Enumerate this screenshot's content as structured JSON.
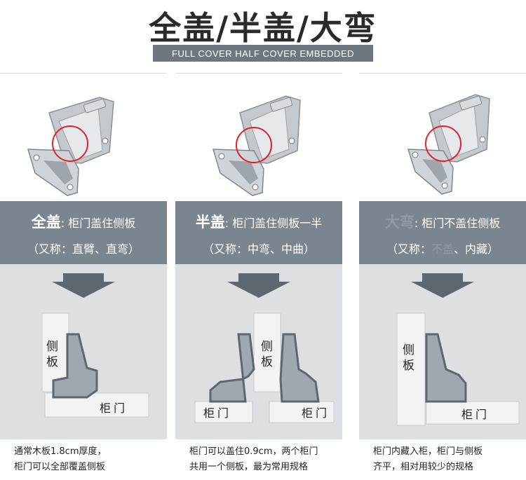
{
  "header": {
    "title": "全盖/半盖/大弯",
    "subtitle": "FULL COVER HALF COVER EMBEDDED"
  },
  "panels": [
    {
      "key": "全盖",
      "desc": ": 柜门盖住侧板",
      "alias": "（又称：直臂、直弯）",
      "side_label": [
        "侧",
        "板"
      ],
      "door_label": "柜门",
      "note_line1": "通常木板1.8cm厚度，",
      "note_line2": "柜门可以全部覆盖侧板"
    },
    {
      "key": "半盖",
      "desc": ": 柜门盖住侧板一半",
      "alias": "（又称：中弯、中曲）",
      "side_label": [
        "侧",
        "板"
      ],
      "door_label_left": "柜门",
      "door_label_right": "柜门",
      "note_line1": "柜门可以盖住0.9cm，两个柜门",
      "note_line2": "共用一个侧板，最为常用规格"
    },
    {
      "key": "大弯",
      "desc": ": 柜门不盖住侧板",
      "alias_pre": "（又称：",
      "alias_faded": "不盖",
      "alias_post": "、内藏）",
      "side_label": [
        "侧",
        "板"
      ],
      "door_label": "柜门",
      "note_line1": "柜门内藏入柜，柜门与侧板",
      "note_line2": "齐平，相对用较少的规格"
    }
  ],
  "colors": {
    "header_band": "#7a8590",
    "diagram_bg": "#dde0e3",
    "hinge_fill": "#a0a7ae",
    "arrow": "#5e6770",
    "highlight_circle": "#e0202a"
  }
}
